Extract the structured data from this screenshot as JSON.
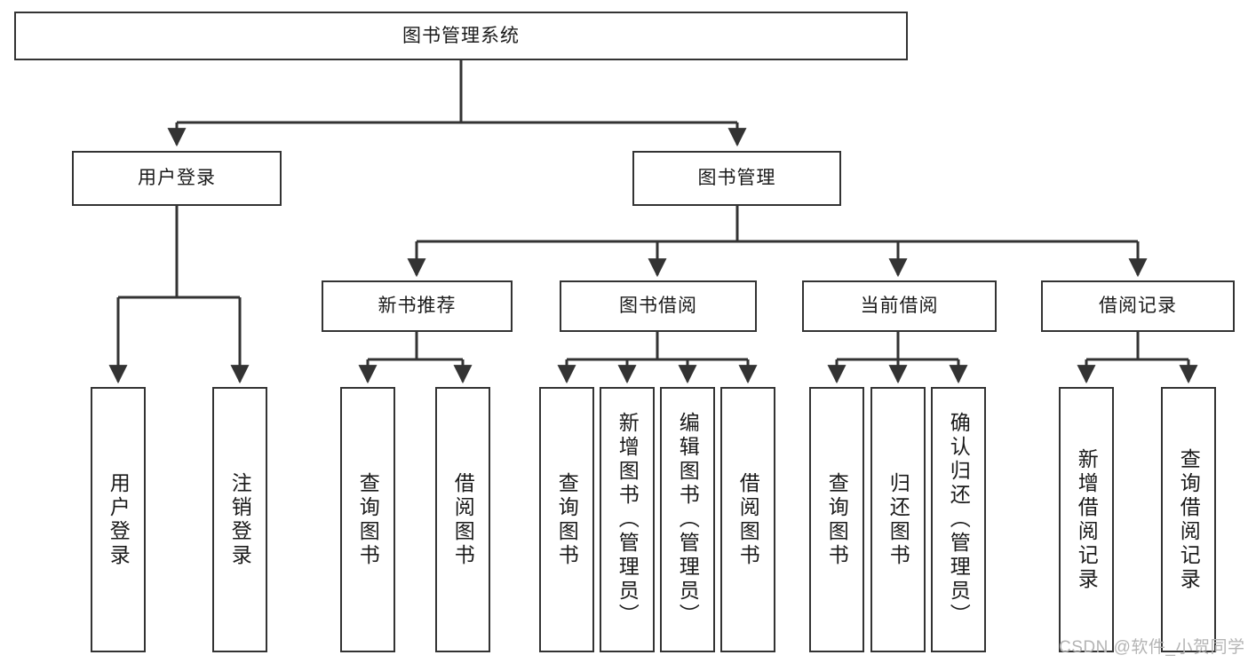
{
  "diagram": {
    "title": "图书管理系统",
    "watermark": "CSDN @软件_小贺同学",
    "line_color": "#333333",
    "box_fill": "#ffffff",
    "text_color": "#1a1a1a",
    "watermark_color": "#b4b4b4",
    "levels": {
      "root": {
        "label": "图书管理系统"
      },
      "level2": [
        {
          "label": "用户登录"
        },
        {
          "label": "图书管理"
        }
      ],
      "level3": [
        {
          "label": "新书推荐"
        },
        {
          "label": "图书借阅"
        },
        {
          "label": "当前借阅"
        },
        {
          "label": "借阅记录"
        }
      ],
      "leaves": {
        "user_login": [
          {
            "label": "用户登录"
          },
          {
            "label": "注销登录"
          }
        ],
        "new_book_recommend": [
          {
            "label": "查询图书"
          },
          {
            "label": "借阅图书"
          }
        ],
        "book_borrow": [
          {
            "label": "查询图书"
          },
          {
            "label": "新增图书（管理员）"
          },
          {
            "label": "编辑图书（管理员）"
          },
          {
            "label": "借阅图书"
          }
        ],
        "current_borrow": [
          {
            "label": "查询图书"
          },
          {
            "label": "归还图书"
          },
          {
            "label": "确认归还（管理员）"
          }
        ],
        "borrow_record": [
          {
            "label": "新增借阅记录"
          },
          {
            "label": "查询借阅记录"
          }
        ]
      }
    }
  }
}
